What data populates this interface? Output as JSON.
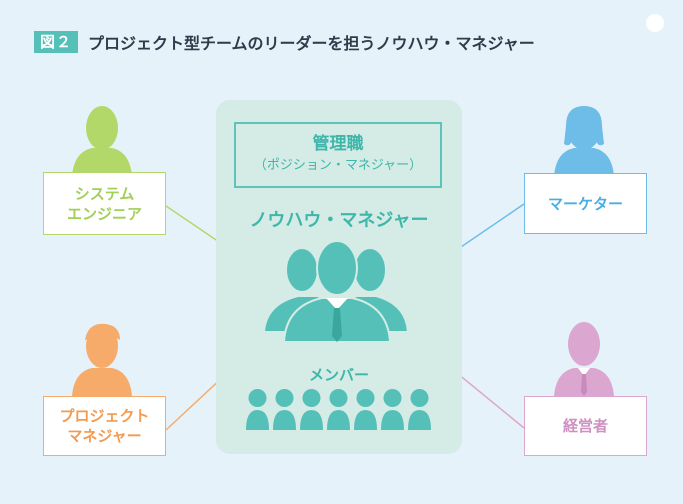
{
  "header": {
    "figure_label": "図２",
    "title": "プロジェクト型チームのリーダーを担うノウハウ・マネジャー"
  },
  "center": {
    "management_title": "管理職",
    "management_subtitle": "（ポジション・マネジャー）",
    "knowhow_manager_label": "ノウハウ・マネジャー",
    "members_label": "メンバー",
    "member_count": 7
  },
  "roles": {
    "system_engineer": {
      "line1": "システム",
      "line2": "エンジニア"
    },
    "project_manager": {
      "line1": "プロジェクト",
      "line2": "マネジャー"
    },
    "marketer": {
      "line1": "マーケター"
    },
    "executive": {
      "line1": "経営者"
    }
  },
  "colors": {
    "background": "#e6f2fa",
    "teal": "#55c0b8",
    "green": "#b3d86a",
    "orange": "#f6ab6a",
    "blue": "#6dbde8",
    "pink": "#dba6cf"
  },
  "icons": [
    "person-silhouette-icon",
    "businessman-icon",
    "member-icon"
  ]
}
